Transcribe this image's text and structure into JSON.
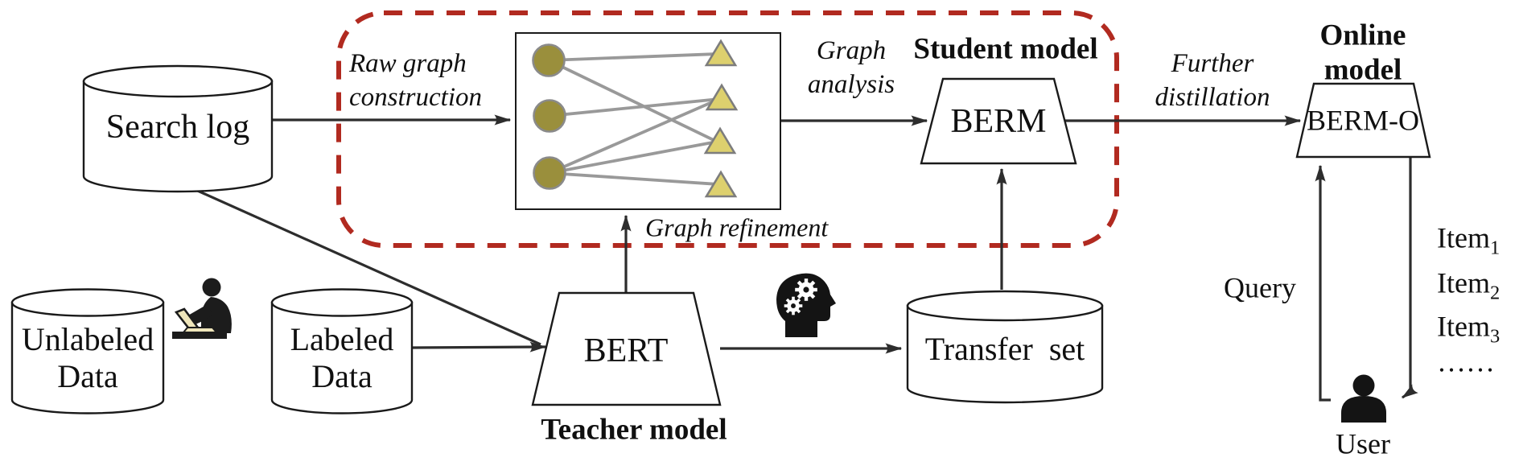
{
  "colors": {
    "dashed_border": "#b12a20",
    "query_node_fill": "#9a8f3c",
    "item_node_fill": "#ddd06e",
    "graph_edge": "#999999",
    "arrow_line": "#2d2d2d"
  },
  "nodes": {
    "search_log": "Search log",
    "unlabeled_data": "Unlabeled\nData",
    "labeled_data": "Labeled\nData",
    "bert": "BERT",
    "transfer_set": "Transfer  set",
    "berm": "BERM",
    "berm_o": "BERM-O",
    "user": "User"
  },
  "role_titles": {
    "teacher": "Teacher model",
    "student": "Student model",
    "online": "Online model"
  },
  "process_labels": {
    "raw_graph_construction": "Raw graph\nconstruction",
    "graph_refinement": "Graph refinement",
    "graph_analysis": "Graph\nanalysis",
    "further_distillation": "Further\ndistillation",
    "query": "Query"
  },
  "online_outputs": [
    {
      "base": "Item",
      "sub": "1"
    },
    {
      "base": "Item",
      "sub": "2"
    },
    {
      "base": "Item",
      "sub": "3"
    },
    {
      "base": "……",
      "sub": ""
    }
  ],
  "icons": {
    "labeler": "person-annotating-on-laptop-icon",
    "distillation": "head-with-gears-icon",
    "user": "person-icon"
  },
  "bipartite_graph": {
    "left_nodes": 3,
    "right_nodes": 4,
    "edges": [
      [
        1,
        1
      ],
      [
        1,
        3
      ],
      [
        2,
        2
      ],
      [
        3,
        2
      ],
      [
        3,
        3
      ],
      [
        3,
        4
      ]
    ]
  }
}
